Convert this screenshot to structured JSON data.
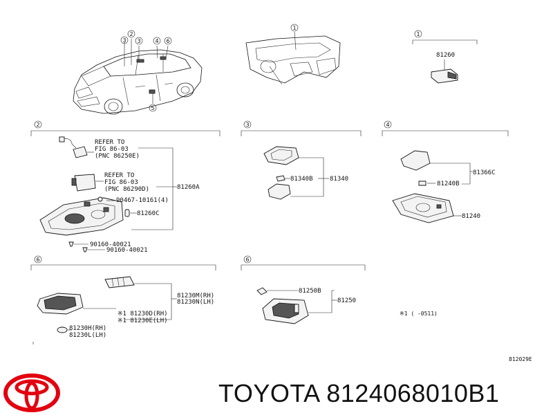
{
  "callouts": {
    "car": [
      "2",
      "3",
      "3",
      "4",
      "6",
      "5"
    ],
    "dash": "1",
    "s1": "1",
    "s2": "2",
    "s3": "3",
    "s4": "4",
    "s5": "6",
    "s6": "6"
  },
  "section1": {
    "part": "81260"
  },
  "section2": {
    "ref1": [
      "REFER TO",
      "FIG 86-03",
      "(PNC 86250E)"
    ],
    "ref2": [
      "REFER TO",
      "FIG 86-03",
      "(PNC 86290D)"
    ],
    "assembly": "81260A",
    "screw": "90467-10161(4)",
    "bulb": "81260C",
    "bolt1": "90160-40021",
    "bolt2": "90160-40021"
  },
  "section3": {
    "bulb": "81340B",
    "assembly": "81340"
  },
  "section4": {
    "cover": "81366C",
    "bulb": "81240B",
    "assembly": "81240"
  },
  "section5": {
    "lamp_rh": "81230M(RH)",
    "lamp_lh": "81230N(LH)",
    "lens_rh": "※1 81230D(RH)",
    "lens_lh": "※1 81230E(LH)",
    "bulb_rh": "81230H(RH)",
    "bulb_lh": "81230L(LH)"
  },
  "section6": {
    "bulb": "81250B",
    "assembly": "81250"
  },
  "footnote": "※1 (    -0511)",
  "figure_code": "812029E",
  "brand_text": "TOYOTA 8124068010B1",
  "colors": {
    "logo": "#e3000f",
    "ink": "#111111"
  }
}
